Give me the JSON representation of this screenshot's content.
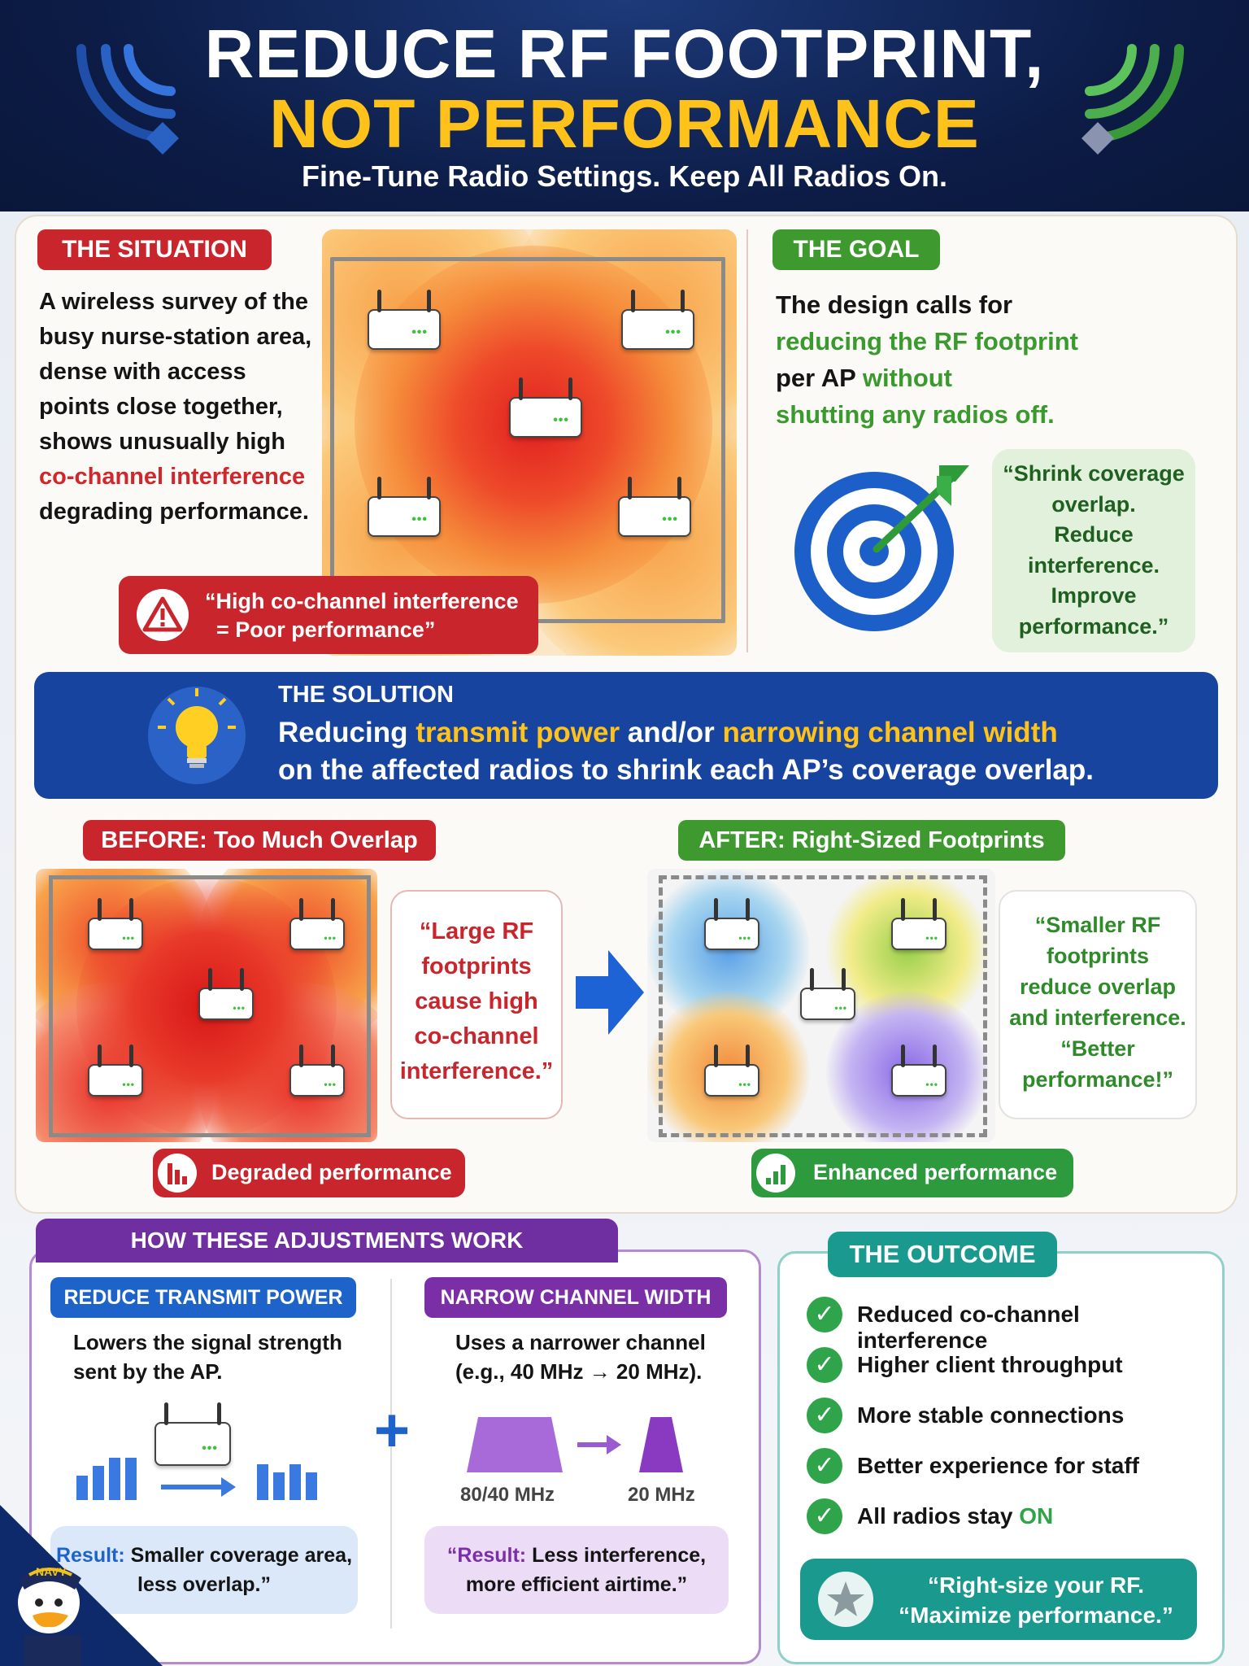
{
  "header": {
    "title_line1": "REDUCE RF FOOTPRINT,",
    "title_line2": "NOT PERFORMANCE",
    "subtitle": "Fine-Tune Radio Settings. Keep All Radios On."
  },
  "situation": {
    "label": "THE SITUATION",
    "text_a": "A wireless survey of the busy nurse-station area, dense with access points close together, shows unusually high ",
    "text_highlight": "co-channel interference",
    "text_b": " degrading performance.",
    "alert_line1": "“High co-channel interference",
    "alert_line2": "= Poor performance”"
  },
  "goal": {
    "label": "THE GOAL",
    "line1": "The design calls for",
    "line2": "reducing the RF footprint",
    "line3a": "per AP ",
    "line3b": "without",
    "line4": "shutting any radios off.",
    "quote_lines": [
      "“Shrink coverage",
      "overlap.",
      "Reduce",
      "interference.",
      "Improve",
      "performance.”"
    ]
  },
  "solution": {
    "label": "THE SOLUTION",
    "line1a": "Reducing ",
    "line1b": "transmit power",
    "line1c": " and/or ",
    "line1d": "narrowing channel width",
    "line2": "on the affected radios to shrink each AP’s coverage overlap."
  },
  "before": {
    "label": "BEFORE: Too Much Overlap",
    "quote_lines": [
      "“Large RF",
      "footprints",
      "cause high",
      "co-channel",
      "interference.”"
    ],
    "badge": "Degraded performance"
  },
  "after": {
    "label": "AFTER: Right-Sized Footprints",
    "quote_lines": [
      "“Smaller RF",
      "footprints",
      "reduce overlap",
      "and interference.",
      "“Better",
      "performance!”"
    ],
    "badge": "Enhanced performance"
  },
  "how": {
    "label": "HOW THESE ADJUSTMENTS WORK",
    "power": {
      "label": "REDUCE TRANSMIT POWER",
      "desc_line1": "Lowers the signal strength",
      "desc_line2": "sent by the AP.",
      "result_key": "Result:",
      "result_line1": " Smaller coverage area,",
      "result_line2": "less overlap.”"
    },
    "plus": "+",
    "width": {
      "label": "NARROW CHANNEL WIDTH",
      "desc_line1": "Uses a narrower channel",
      "desc_line2": "(e.g., 40 MHz → 20 MHz).",
      "wide_label": "80/40 MHz",
      "narrow_label": "20 MHz",
      "result_key": "“Result:",
      "result_line1": " Less interference,",
      "result_line2": "more efficient airtime.”"
    }
  },
  "outcome": {
    "label": "THE OUTCOME",
    "items": [
      "Reduced co-channel interference",
      "Higher client throughput",
      "More stable connections",
      "Better experience for staff"
    ],
    "last_item_a": "All radios stay ",
    "last_item_b": "ON",
    "quote_line1": "“Right-size your RF.",
    "quote_line2": "“Maximize performance.”"
  },
  "mascot": {
    "cap_text": "NAVY"
  },
  "colors": {
    "navy": "#0e1f4d",
    "gold": "#ffc21a",
    "red": "#c8262c",
    "green": "#3e9a2f",
    "blue": "#1d63c9",
    "purple": "#7a2fa6",
    "teal": "#1a9a8e"
  },
  "icons": [
    "wifi-signal-icon",
    "warning-icon",
    "target-icon",
    "lightbulb-icon",
    "right-arrow-icon",
    "bar-chart-down-icon",
    "bar-chart-up-icon",
    "check-icon",
    "star-icon",
    "access-point-icon"
  ]
}
